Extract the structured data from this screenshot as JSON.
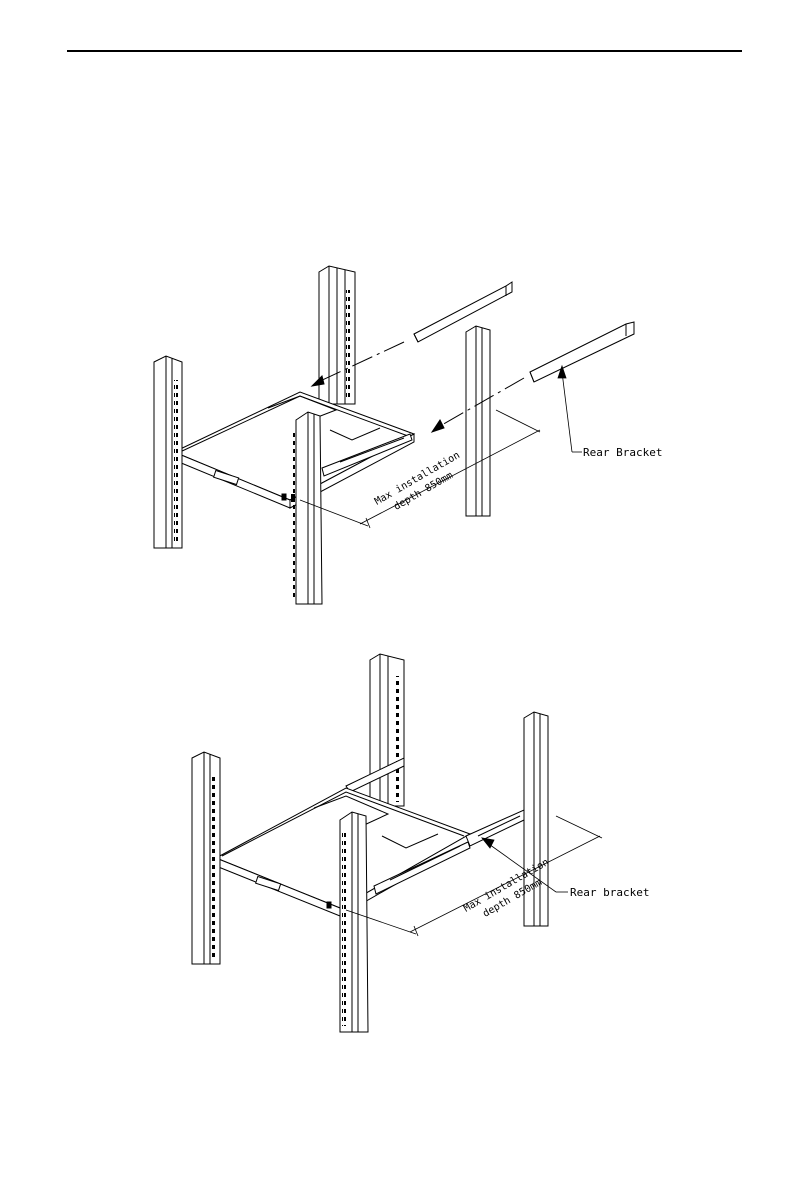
{
  "figures": [
    {
      "id": "top",
      "depth_label": [
        "Max installation",
        "depth 850mm"
      ],
      "bracket_label": "Rear Bracket"
    },
    {
      "id": "bottom",
      "depth_label": [
        "Max installation",
        "depth 850mm"
      ],
      "bracket_label": "Rear bracket"
    }
  ],
  "colors": {
    "line": "#000000",
    "background": "#ffffff"
  }
}
